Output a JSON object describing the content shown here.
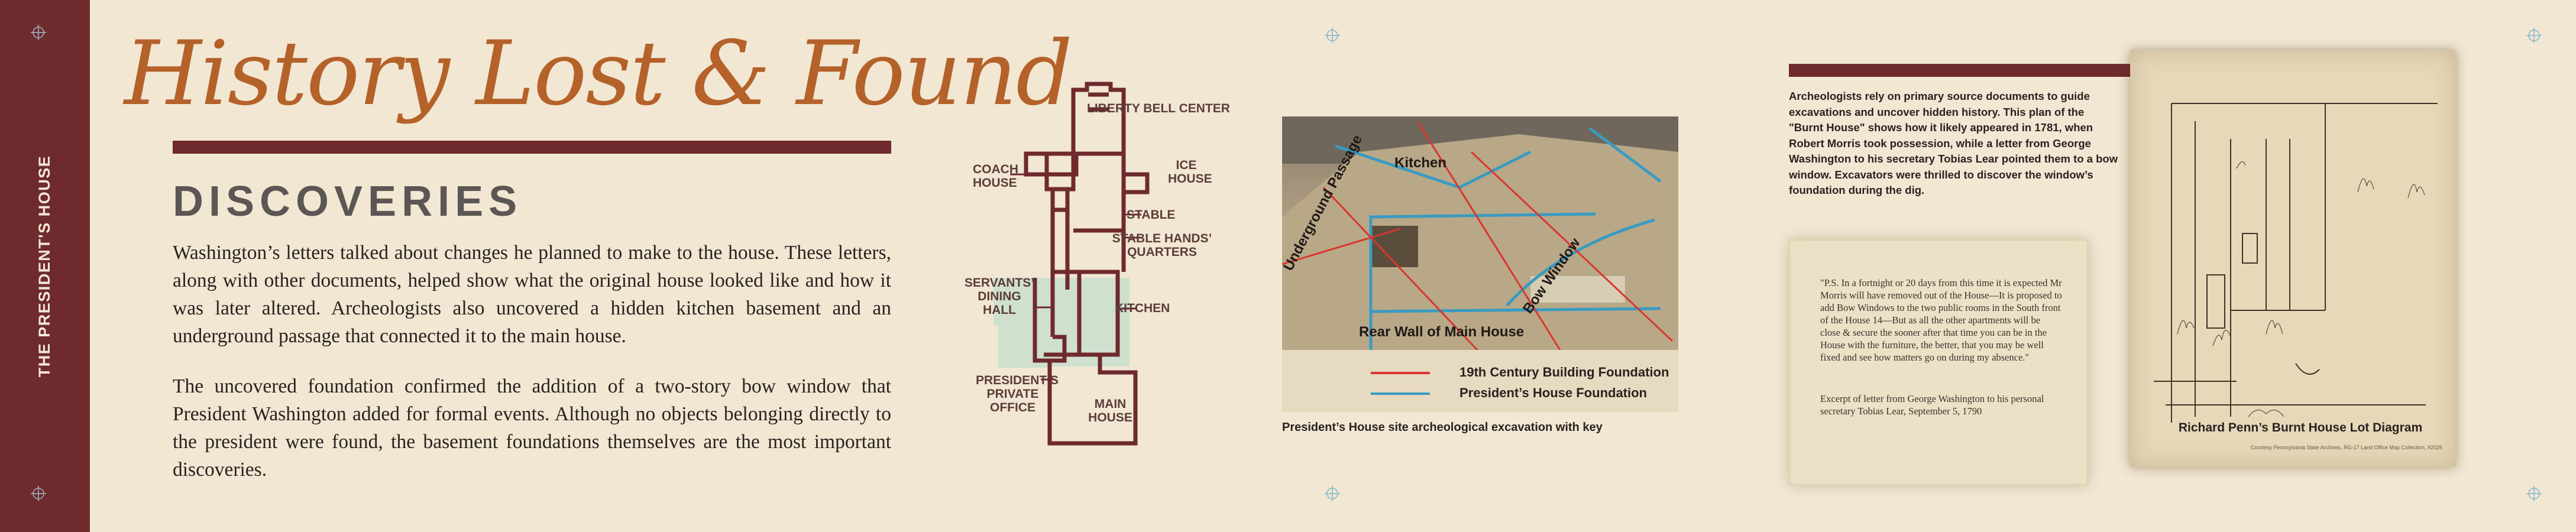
{
  "band": {
    "label": "THE PRESIDENT'S HOUSE"
  },
  "title": "History Lost & Found",
  "section": "DISCOVERIES",
  "paragraphs": [
    "Washington’s letters talked about changes he planned to make to the house. These letters, along with other documents, helped show what the original house looked like and how it was later altered. Archeologists also uncovered a hidden kitchen basement and an underground passage that connected it to the main house.",
    "The uncovered foundation confirmed the addition of a two-story bow window that President Washington added for formal events. Although no objects belonging directly to the president were found, the basement foundations themselves are the most important discoveries."
  ],
  "floor_plan": {
    "liberty_bell": "LIBERTY BELL CENTER",
    "ice_house": "ICE HOUSE",
    "coach_house": "COACH HOUSE",
    "stable": "STABLE",
    "stable_quarters": "STABLE HANDS’ QUARTERS",
    "servants_hall": "SERVANTS’ DINING HALL",
    "kitchen": "KITCHEN",
    "private_office": "PRESIDENT’S PRIVATE OFFICE",
    "main_house": "MAIN HOUSE"
  },
  "photo": {
    "labels": {
      "kitchen": "Kitchen",
      "passage": "Underground Passage",
      "bow_window": "Bow Window",
      "rear_wall": "Rear Wall of Main House"
    },
    "key": [
      {
        "label": "19th Century Building Foundation",
        "color": "#d9362f"
      },
      {
        "label": "President’s House Foundation",
        "color": "#3a9bc0"
      }
    ],
    "caption": "President’s House site archeological excavation with key"
  },
  "right": {
    "text": "Archeologists rely on primary source documents to guide excavations and uncover hidden history. This plan of the \"Burnt House\" shows how it likely appeared in 1781, when Robert Morris took possession, while a letter from George Washington to his secretary Tobias Lear pointed them to a bow window. Excavators were thrilled to discover the window’s foundation during the dig.",
    "quote": "\"P.S. In a fortnight or 20 days from this time it is expected Mr Morris will have removed out of the House—It is proposed to add Bow Windows to the two public rooms in the South front of the House 14—But as all the other apartments will be close & secure the sooner after that time you can be in the House with the furniture, the better, that you may be well fixed and see how matters go on during my absence.\"",
    "quote_source": "Excerpt of letter from George Washington to his personal secretary Tobias Lear, September 5, 1790",
    "diagram_caption": "Richard Penn’s Burnt House Lot Diagram",
    "diagram_credit": "Courtesy Pennsylvania State Archives, RG-17 Land Office Map Collection, #2026"
  },
  "colors": {
    "maroon": "#6f2a2d",
    "cream": "#f1e7d2",
    "title": "#b5622a",
    "kitchen_fill": "#cfe0cf"
  }
}
